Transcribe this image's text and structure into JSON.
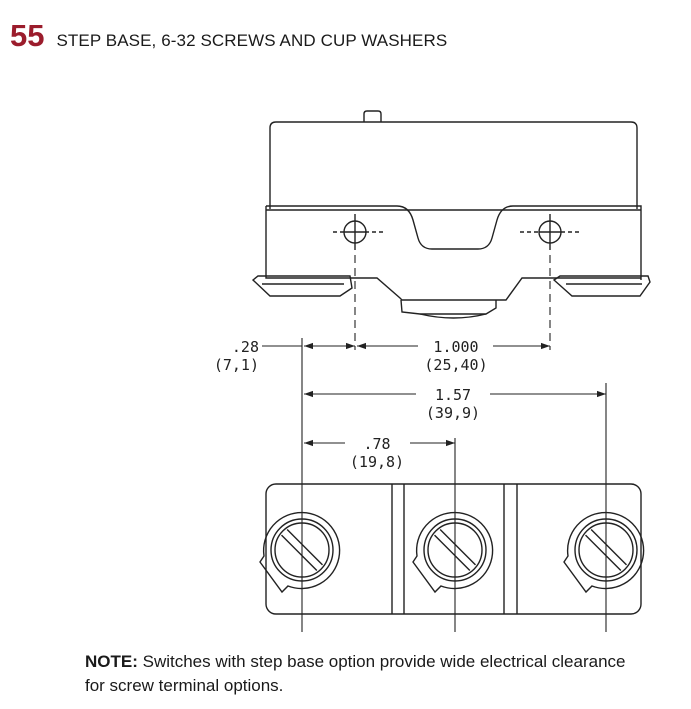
{
  "header": {
    "number": "55",
    "title": "STEP BASE, 6-32 SCREWS AND CUP WASHERS",
    "number_color": "#9b1c2c"
  },
  "dimensions": {
    "d1_in": ".28",
    "d1_mm": "(7,1)",
    "d2_in": "1.000",
    "d2_mm": "(25,40)",
    "d3_in": "1.57",
    "d3_mm": "(39,9)",
    "d4_in": ".78",
    "d4_mm": "(19,8)"
  },
  "note": {
    "label": "NOTE:",
    "text": " Switches with step base option provide wide electrical clearance for screw terminal options."
  }
}
